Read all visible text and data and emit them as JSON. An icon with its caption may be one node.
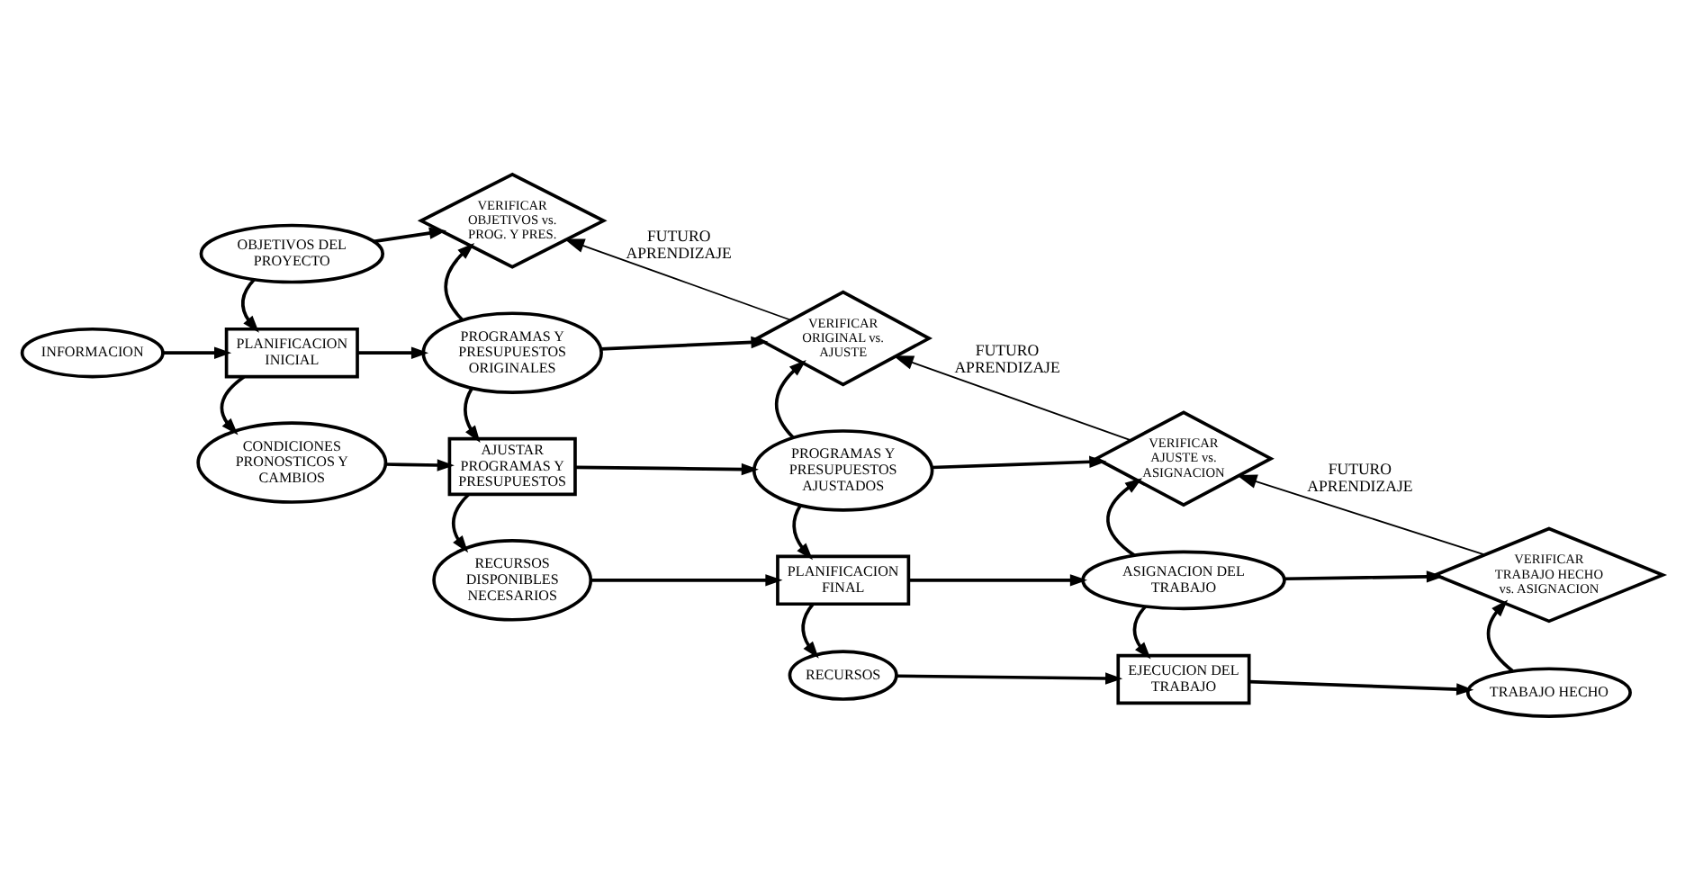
{
  "diagram": {
    "nodes": [
      {
        "text": [
          "OBJETIVOS DEL PROYECTO"
        ]
      },
      {
        "text": [
          "VERIFICAR OBJETIVOS vs. PROG. Y PRES."
        ]
      },
      {
        "text": [
          "INFORMACION"
        ]
      },
      {
        "text": [
          "PLANIFICACION INICIAL"
        ]
      },
      {
        "text": [
          "PROGRAMAS Y PRESUPUESTOS ORIGINALES"
        ]
      },
      {
        "text": [
          "VERIFICAR ORIGINAL vs. AJUSTE"
        ]
      },
      {
        "text": [
          "CONDICIONES PRONOSTICOS Y CAMBIOS"
        ]
      },
      {
        "text": [
          "AJUSTAR PROGRAMAS Y PRESUPUESTOS"
        ]
      },
      {
        "text": [
          "PROGRAMAS Y PRESUPUESTOS AJUSTADOS"
        ]
      },
      {
        "text": [
          "VERIFICAR AJUSTE vs. ASIGNACION"
        ]
      },
      {
        "text": [
          "RECURSOS DISPONIBLES NECESARIOS"
        ]
      },
      {
        "text": [
          "PLANIFICACION FINAL"
        ]
      },
      {
        "text": [
          "ASIGNACION DEL TRABAJO"
        ]
      },
      {
        "text": [
          "VERIFICAR TRABAJO HECHO vs. ASIGNACION"
        ]
      },
      {
        "text": [
          "RECURSOS"
        ]
      },
      {
        "text": [
          "EJECUCION DEL TRABAJO"
        ]
      },
      {
        "text": [
          "TRABAJO HECHO"
        ]
      }
    ],
    "edges": [
      {
        "from": 0,
        "to": 1,
        "arrow": "to"
      },
      {
        "from": 0,
        "to": 3,
        "arrow": "to"
      },
      {
        "from": 2,
        "to": 3,
        "arrow": "to"
      },
      {
        "from": 3,
        "to": 4,
        "arrow": "to"
      },
      {
        "from": 3,
        "to": 6,
        "arrow": "to"
      },
      {
        "from": 4,
        "to": 1,
        "arrow": "to"
      },
      {
        "from": 4,
        "to": 5,
        "arrow": "to"
      },
      {
        "from": 4,
        "to": 7,
        "arrow": "to"
      },
      {
        "from": 6,
        "to": 7,
        "arrow": "to"
      },
      {
        "from": 5,
        "to": 1,
        "arrow": "to",
        "label": "FUTURO APRENDIZAJE"
      },
      {
        "from": 7,
        "to": 8,
        "arrow": "to"
      },
      {
        "from": 7,
        "to": 10,
        "arrow": "to"
      },
      {
        "from": 8,
        "to": 5,
        "arrow": "to"
      },
      {
        "from": 8,
        "to": 9,
        "arrow": "to"
      },
      {
        "from": 8,
        "to": 11,
        "arrow": "to"
      },
      {
        "from": 9,
        "to": 5,
        "arrow": "to",
        "label": "FUTURO APRENDIZAJE"
      },
      {
        "from": 10,
        "to": 11,
        "arrow": "to"
      },
      {
        "from": 11,
        "to": 12,
        "arrow": "to"
      },
      {
        "from": 11,
        "to": 14,
        "arrow": "to"
      },
      {
        "from": 12,
        "to": 9,
        "arrow": "to"
      },
      {
        "from": 12,
        "to": 13,
        "arrow": "to"
      },
      {
        "from": 12,
        "to": 15,
        "arrow": "to"
      },
      {
        "from": 13,
        "to": 9,
        "arrow": "to",
        "label": "FUTURO APRENDIZAJE"
      },
      {
        "from": 14,
        "to": 15,
        "arrow": "to"
      },
      {
        "from": 15,
        "to": 16,
        "arrow": "to"
      },
      {
        "from": 16,
        "to": 13,
        "arrow": "to"
      }
    ]
  }
}
